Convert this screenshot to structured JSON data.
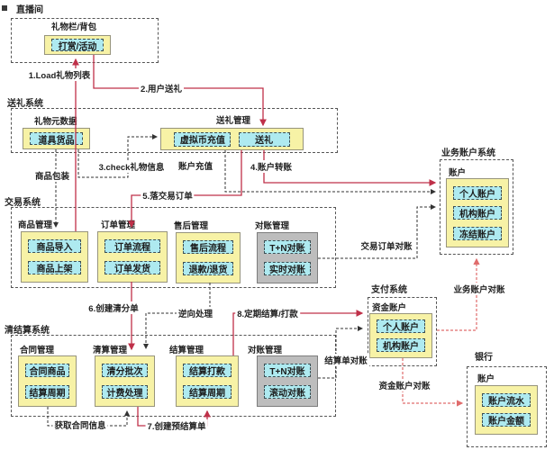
{
  "colors": {
    "system_border": "#555555",
    "group_fill_yellow": "#f7f2a6",
    "group_fill_gray": "#bdbdbd",
    "node_fill_cyan": "#aeeaf0",
    "arrow_red": "#bf3049",
    "arrow_black": "#333333",
    "arrow_pink": "#e06c6c"
  },
  "live_room": {
    "label": "直播间",
    "panel_title": "礼物栏/背包",
    "node": "打赏/活动"
  },
  "gift_system": {
    "label": "送礼系统",
    "meta_title": "礼物元数据",
    "meta_node": "道具货品",
    "mgmt_title": "送礼管理",
    "recharge_node": "虚拟币充值",
    "send_node": "送礼"
  },
  "trade_system": {
    "label": "交易系统",
    "groups": [
      {
        "title": "商品管理",
        "items": [
          "商品导入",
          "商品上架"
        ]
      },
      {
        "title": "订单管理",
        "items": [
          "订单流程",
          "订单发货"
        ]
      },
      {
        "title": "售后管理",
        "items": [
          "售后流程",
          "退款/退货"
        ]
      },
      {
        "title": "对账管理",
        "items": [
          "T+N对账",
          "实时对账"
        ]
      }
    ]
  },
  "clearing_system": {
    "label": "清结算系统",
    "groups": [
      {
        "title": "合同管理",
        "items": [
          "合同商品",
          "结算周期"
        ]
      },
      {
        "title": "清算管理",
        "items": [
          "清分批次",
          "计费处理"
        ]
      },
      {
        "title": "结算管理",
        "items": [
          "结算打款",
          "结算周期"
        ]
      },
      {
        "title": "对账管理",
        "items": [
          "T+N对账",
          "滚动对账"
        ]
      }
    ]
  },
  "business_account_system": {
    "label": "业务账户系统",
    "group_title": "账户",
    "items": [
      "个人账户",
      "机构账户",
      "冻结账户"
    ]
  },
  "payment_system": {
    "label": "支付系统",
    "group_title": "资金账户",
    "items": [
      "个人账户",
      "机构账户"
    ]
  },
  "bank": {
    "label": "银行",
    "group_title": "账户",
    "items": [
      "账户流水",
      "账户金额"
    ]
  },
  "flows": {
    "f1": "1.Load礼物列表",
    "f2": "2.用户送礼",
    "f3": "3.check礼物信息",
    "f4": "4.账户转账",
    "f5": "5.落交易订单",
    "f6": "6.创建清分单",
    "f7": "7.创建预结算单",
    "f8": "8.定期结算/打款",
    "recharge": "账户充值",
    "packaging": "商品包装",
    "reverse": "逆向处理",
    "get_contract": "获取合同信息",
    "trade_order_recon": "交易订单对账",
    "settle_bill_recon": "结算单对账",
    "biz_account_recon": "业务账户对账",
    "fund_account_recon": "资金账户对账"
  }
}
